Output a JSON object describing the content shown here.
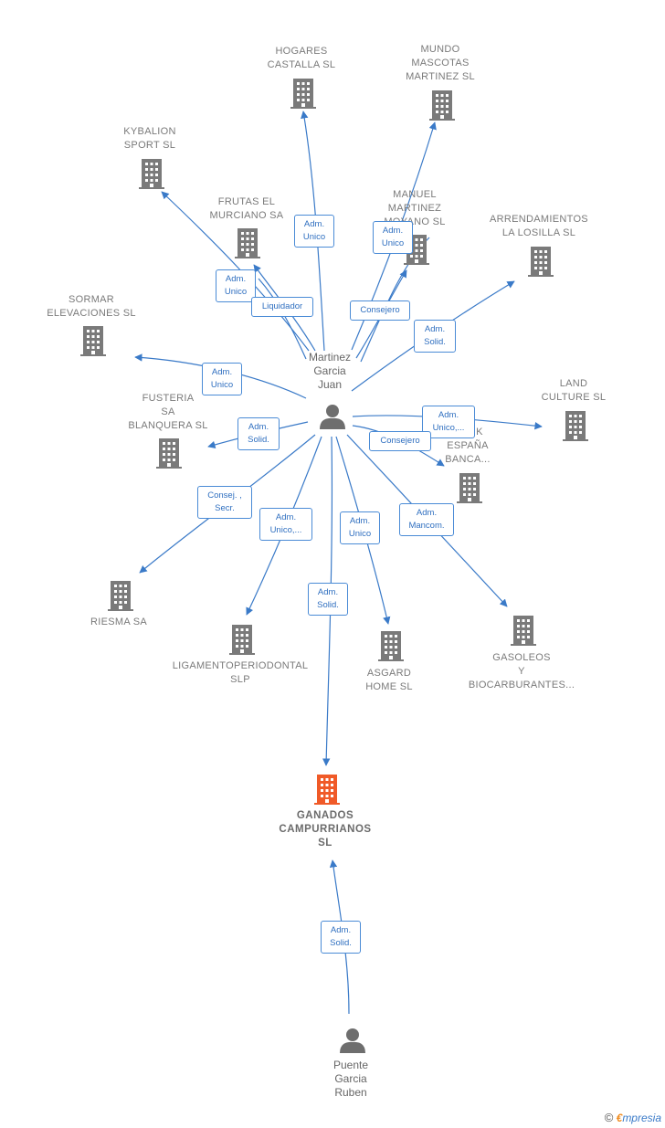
{
  "diagram": {
    "center_person": "Martinez\nGarcia\nJuan",
    "other_person": "Puente\nGarcia\nRuben",
    "focus_company": "GANADOS\nCAMPURRIANOS\nSL",
    "companies": [
      {
        "id": "hogares",
        "label": "HOGARES\nCASTALLA SL"
      },
      {
        "id": "mundo",
        "label": "MUNDO\nMASCOTAS\nMARTINEZ SL"
      },
      {
        "id": "kybalion",
        "label": "KYBALION\nSPORT  SL"
      },
      {
        "id": "frutas",
        "label": "FRUTAS EL\nMURCIANO SA"
      },
      {
        "id": "manuel",
        "label": "MANUEL\nMARTINEZ\nMOYANO  SL"
      },
      {
        "id": "arrend",
        "label": "ARRENDAMIENTOS\nLA LOSILLA  SL"
      },
      {
        "id": "sormar",
        "label": "SORMAR\nELEVACIONES SL"
      },
      {
        "id": "land",
        "label": "LAND\nCULTURE SL"
      },
      {
        "id": "fusteria",
        "label": "FUSTERIA\nSA\nBLANQUERA SL"
      },
      {
        "id": "bank",
        "label": "...ANK\nESPAÑA\nBANCA..."
      },
      {
        "id": "riesma",
        "label": "RIESMA SA"
      },
      {
        "id": "ligamento",
        "label": "LIGAMENTOPERIODONTAL\nSLP"
      },
      {
        "id": "asgard",
        "label": "ASGARD\nHOME  SL"
      },
      {
        "id": "gasoleos",
        "label": "GASOLEOS\nY\nBIOCARBURANTES..."
      }
    ],
    "relations": [
      {
        "id": "r_hogares",
        "label": "Adm.\nUnico"
      },
      {
        "id": "r_mundo",
        "label": "Adm.\nUnico"
      },
      {
        "id": "r_kybalion",
        "label": "Adm.\nUnico"
      },
      {
        "id": "r_frutas",
        "label": "Liquidador"
      },
      {
        "id": "r_manuel",
        "label": "Consejero"
      },
      {
        "id": "r_arrend",
        "label": "Adm.\nSolid."
      },
      {
        "id": "r_sormar",
        "label": "Adm.\nUnico"
      },
      {
        "id": "r_land",
        "label": "Adm.\nUnico,..."
      },
      {
        "id": "r_fusteria",
        "label": "Adm.\nSolid."
      },
      {
        "id": "r_bank",
        "label": "Consejero"
      },
      {
        "id": "r_riesma",
        "label": "Consej. ,\nSecr."
      },
      {
        "id": "r_ligamento",
        "label": "Adm.\nUnico,..."
      },
      {
        "id": "r_asgard",
        "label": "Adm.\nUnico"
      },
      {
        "id": "r_gasoleos",
        "label": "Adm.\nMancom."
      },
      {
        "id": "r_focus",
        "label": "Adm.\nSolid."
      },
      {
        "id": "r_puente",
        "label": "Adm.\nSolid."
      }
    ]
  },
  "colors": {
    "edge": "#3a7ac8",
    "building": "#7a7a7a",
    "focus_building": "#f05a28",
    "person": "#6e6e6e"
  },
  "footer": {
    "copyright": "©",
    "brand_e": "€",
    "brand_rest": "mpresia"
  }
}
